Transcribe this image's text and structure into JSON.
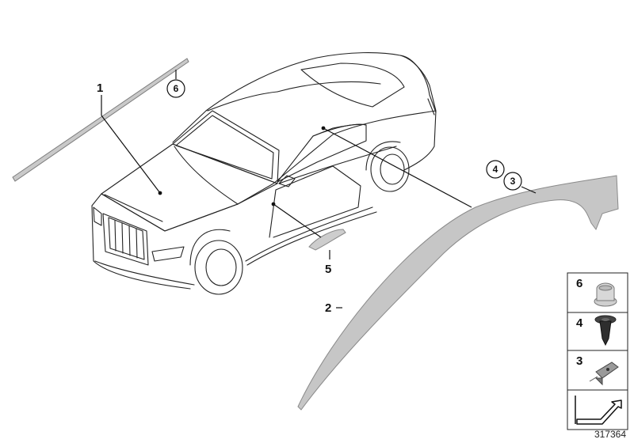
{
  "callouts": {
    "p1": "1",
    "p2": "2",
    "p3": "3",
    "p4": "4",
    "p5": "5",
    "p6": "6"
  },
  "legend": [
    {
      "num": "6",
      "icon": "nut-icon"
    },
    {
      "num": "4",
      "icon": "expanding-rivet-icon"
    },
    {
      "num": "3",
      "icon": "clip-icon"
    },
    {
      "num": "",
      "icon": "arrow-icon"
    }
  ],
  "diagram_id": "317364",
  "colors": {
    "line": "#222222",
    "part_fill": "#c8c8c8",
    "part_edge": "#8a8a8a"
  }
}
